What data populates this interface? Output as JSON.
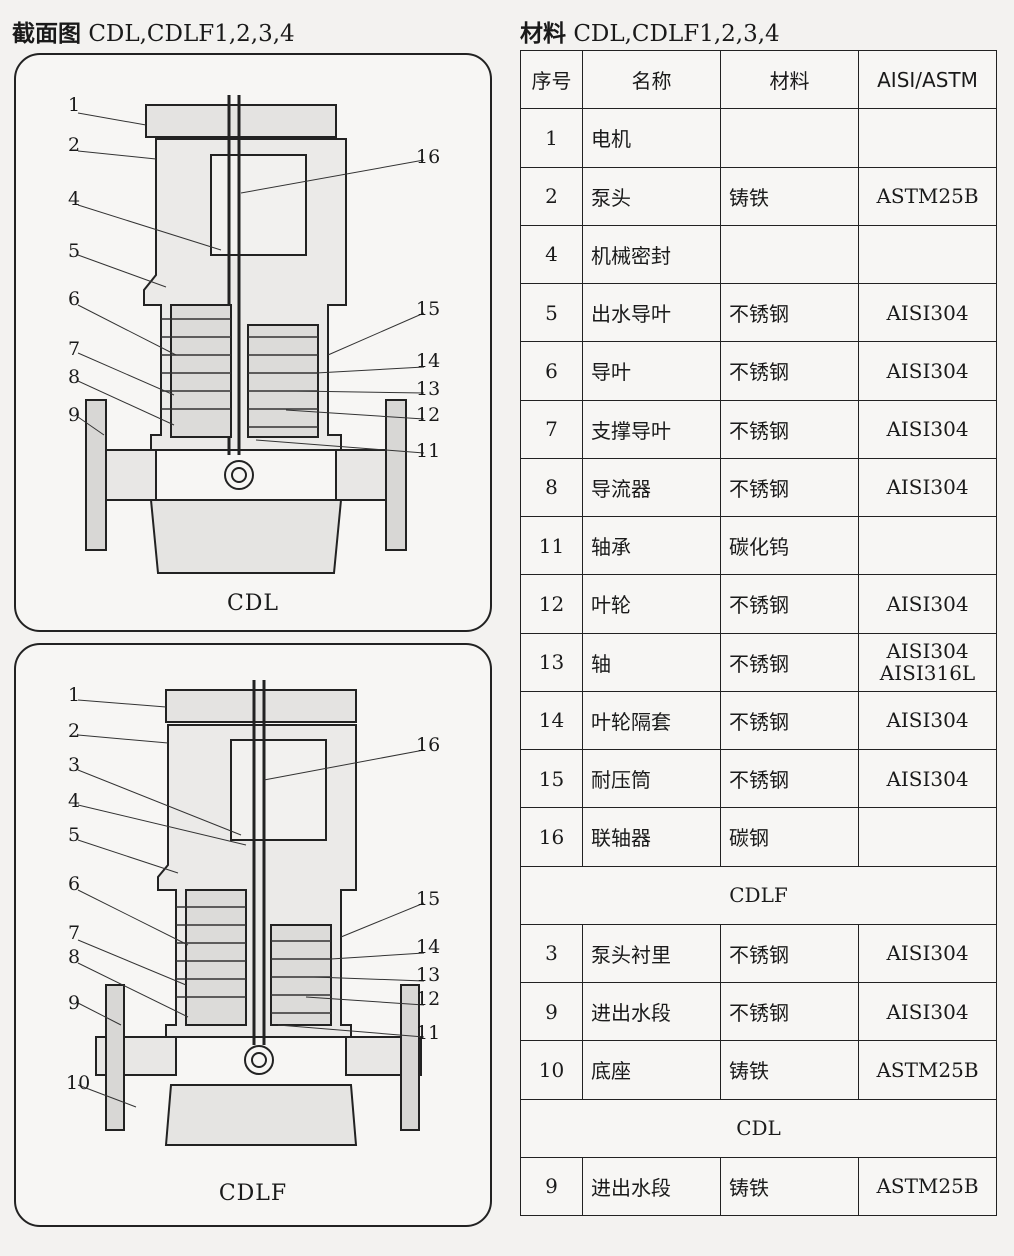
{
  "left_heading": {
    "cn": "截面图",
    "models": "CDL,CDLF1,2,3,4"
  },
  "right_heading": {
    "cn": "材料",
    "models": "CDL,CDLF1,2,3,4"
  },
  "panels": {
    "cdl": {
      "caption": "CDL",
      "labels_left": [
        "1",
        "2",
        "4",
        "5",
        "6",
        "7",
        "8",
        "9"
      ],
      "labels_right": [
        "16",
        "15",
        "14",
        "13",
        "12",
        "11"
      ]
    },
    "cdlf": {
      "caption": "CDLF",
      "labels_left": [
        "1",
        "2",
        "3",
        "4",
        "5",
        "6",
        "7",
        "8",
        "9",
        "10"
      ],
      "labels_right": [
        "16",
        "15",
        "14",
        "13",
        "12",
        "11"
      ]
    }
  },
  "table": {
    "headers": [
      "序号",
      "名称",
      "材料",
      "AISI/ASTM"
    ],
    "rows": [
      {
        "no": "1",
        "name": "电机",
        "material": "",
        "std": ""
      },
      {
        "no": "2",
        "name": "泵头",
        "material": "铸铁",
        "std": "ASTM25B"
      },
      {
        "no": "4",
        "name": "机械密封",
        "material": "",
        "std": ""
      },
      {
        "no": "5",
        "name": "出水导叶",
        "material": "不锈钢",
        "std": "AISI304"
      },
      {
        "no": "6",
        "name": "导叶",
        "material": "不锈钢",
        "std": "AISI304"
      },
      {
        "no": "7",
        "name": "支撑导叶",
        "material": "不锈钢",
        "std": "AISI304"
      },
      {
        "no": "8",
        "name": "导流器",
        "material": "不锈钢",
        "std": "AISI304"
      },
      {
        "no": "11",
        "name": "轴承",
        "material": "碳化钨",
        "std": ""
      },
      {
        "no": "12",
        "name": "叶轮",
        "material": "不锈钢",
        "std": "AISI304"
      },
      {
        "no": "13",
        "name": "轴",
        "material": "不锈钢",
        "std": "AISI304",
        "std2": "AISI316L"
      },
      {
        "no": "14",
        "name": "叶轮隔套",
        "material": "不锈钢",
        "std": "AISI304"
      },
      {
        "no": "15",
        "name": "耐压筒",
        "material": "不锈钢",
        "std": "AISI304"
      },
      {
        "no": "16",
        "name": "联轴器",
        "material": "碳钢",
        "std": ""
      }
    ],
    "section_cdlf": "CDLF",
    "rows_cdlf": [
      {
        "no": "3",
        "name": "泵头衬里",
        "material": "不锈钢",
        "std": "AISI304"
      },
      {
        "no": "9",
        "name": "进出水段",
        "material": "不锈钢",
        "std": "AISI304"
      },
      {
        "no": "10",
        "name": "底座",
        "material": "铸铁",
        "std": "ASTM25B"
      }
    ],
    "section_cdl": "CDL",
    "rows_cdl": [
      {
        "no": "9",
        "name": "进出水段",
        "material": "铸铁",
        "std": "ASTM25B"
      }
    ]
  }
}
